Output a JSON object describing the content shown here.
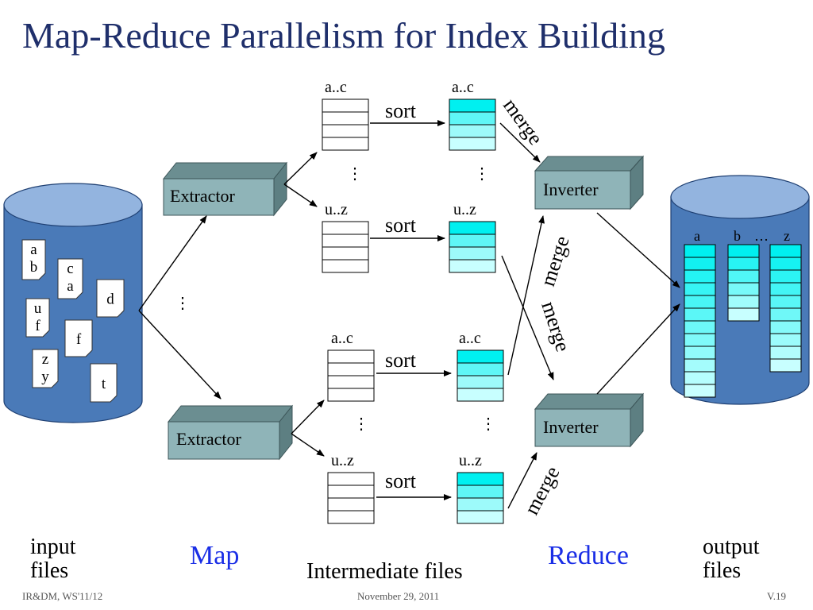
{
  "slide": {
    "title": "Map-Reduce Parallelism for Index Building",
    "footer_left": "IR&DM, WS'11/12",
    "footer_center": "November 29, 2011",
    "footer_right": "V.19"
  },
  "colors": {
    "title": "#1f2f6b",
    "accent_blue": "#1a2ee6",
    "cylinder_body": "#4a7ab8",
    "cylinder_top": "#93b4df",
    "box_front": "#8fb4b8",
    "box_top": "#6b8e91",
    "box_side": "#5d7f82",
    "cyan": "#00f0f0",
    "cyan_light": "#c8ffff"
  },
  "labels": {
    "input_files_1": "input",
    "input_files_2": "files",
    "output_files_1": "output",
    "output_files_2": "files",
    "map": "Map",
    "reduce": "Reduce",
    "intermediate": "Intermediate files",
    "extractor": "Extractor",
    "inverter": "Inverter",
    "sort": "sort",
    "merge": "merge",
    "range_ac": "a..c",
    "range_uz": "u..z",
    "vdots": "⋮",
    "out_a": "a",
    "out_b": "b",
    "out_dots": "…",
    "out_z": "z"
  },
  "docs": [
    {
      "lines": [
        "a",
        "b"
      ]
    },
    {
      "lines": [
        "c",
        "a"
      ]
    },
    {
      "lines": [
        "d"
      ]
    },
    {
      "lines": [
        "u",
        "f"
      ]
    },
    {
      "lines": [
        "f"
      ]
    },
    {
      "lines": [
        "z",
        "y"
      ]
    },
    {
      "lines": [
        "t"
      ]
    }
  ]
}
